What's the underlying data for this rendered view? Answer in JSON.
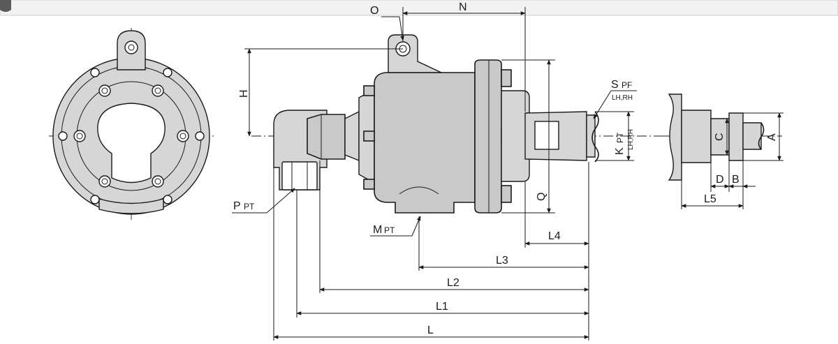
{
  "labels": {
    "O": "O",
    "N": "N",
    "H": "H",
    "S": "S",
    "S_pf": "PF",
    "S_hand": "LH,RH",
    "K": "K",
    "K_pt": "PT",
    "K_hand": "LH,RH",
    "Q": "Q",
    "P": "P",
    "P_pt": "PT",
    "M": "M",
    "M_pt": "PT",
    "L": "L",
    "L1": "L1",
    "L2": "L2",
    "L3": "L3",
    "L4": "L4",
    "L5": "L5",
    "A": "A",
    "B": "B",
    "C": "C",
    "D": "D"
  }
}
